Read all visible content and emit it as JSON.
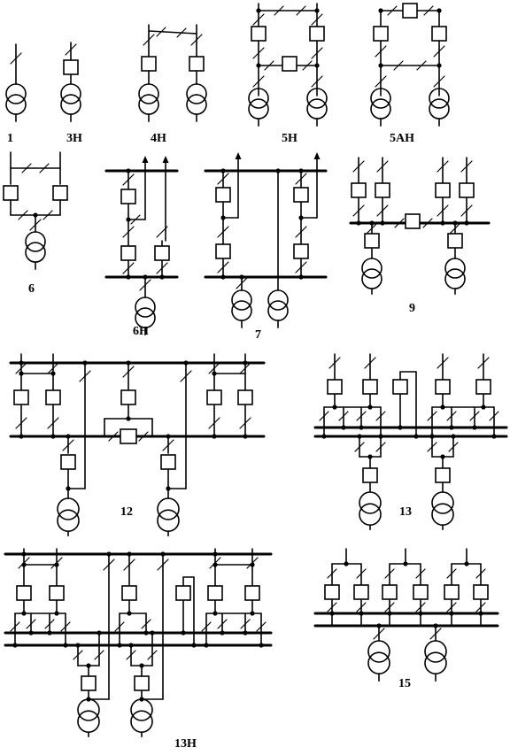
{
  "diagrams": [
    {
      "id": "d1",
      "label": "1"
    },
    {
      "id": "d3h",
      "label": "3H"
    },
    {
      "id": "d4h",
      "label": "4H"
    },
    {
      "id": "d5h",
      "label": "5H"
    },
    {
      "id": "d5ah",
      "label": "5AH"
    },
    {
      "id": "d6",
      "label": "6"
    },
    {
      "id": "d6h",
      "label": "6H"
    },
    {
      "id": "d7",
      "label": "7"
    },
    {
      "id": "d9",
      "label": "9"
    },
    {
      "id": "d12",
      "label": "12"
    },
    {
      "id": "d13",
      "label": "13"
    },
    {
      "id": "d13h",
      "label": "13H"
    },
    {
      "id": "d15",
      "label": "15"
    }
  ],
  "colors": {
    "stroke": "#000000",
    "background": "#ffffff"
  }
}
